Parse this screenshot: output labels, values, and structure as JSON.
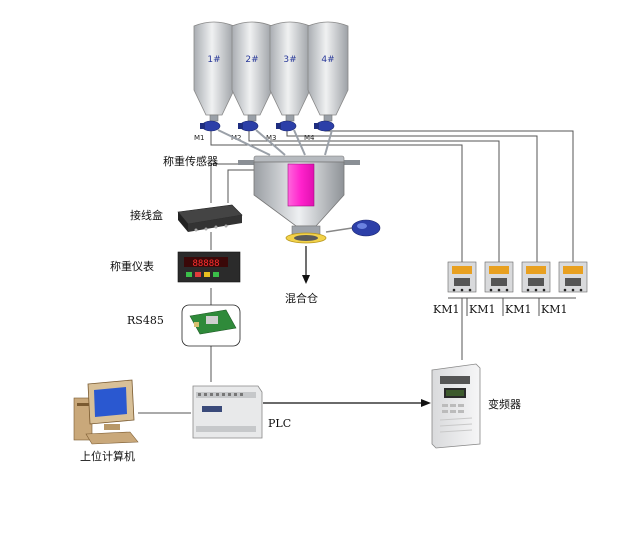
{
  "silos": [
    {
      "num": "1#",
      "motor": "M1"
    },
    {
      "num": "2#",
      "motor": "M2"
    },
    {
      "num": "3#",
      "motor": "M3"
    },
    {
      "num": "4#",
      "motor": "M4"
    }
  ],
  "labels": {
    "weigh_sensor": "称重传感器",
    "junction_box": "接线盒",
    "weigh_meter": "称重仪表",
    "rs485": "RS485",
    "mixing_bin": "混合仓",
    "plc": "PLC",
    "host_computer": "上位计算机",
    "inverter": "变频器"
  },
  "contactors": [
    "KM1",
    "KM1",
    "KM1",
    "KM1"
  ],
  "colors": {
    "silo_body": "#d4d6d8",
    "hopper_window": "#ff33cc",
    "wire": "#555555",
    "motor_blue": "#2c3fa8",
    "contactor_orange": "#e8a020"
  }
}
